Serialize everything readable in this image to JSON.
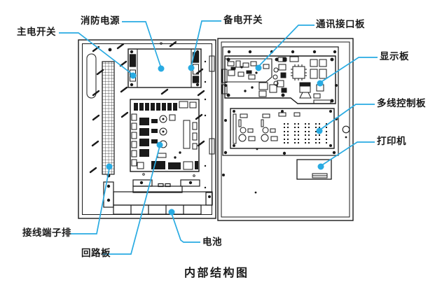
{
  "diagram": {
    "caption": "内部结构图",
    "labels": [
      {
        "id": "main-power-switch",
        "text": "主电开关"
      },
      {
        "id": "fire-power-supply",
        "text": "消防电源"
      },
      {
        "id": "backup-power-switch",
        "text": "备电开关"
      },
      {
        "id": "comm-interface-board",
        "text": "通讯接口板"
      },
      {
        "id": "display-board",
        "text": "显示板"
      },
      {
        "id": "multiline-control-board",
        "text": "多线控制板"
      },
      {
        "id": "printer",
        "text": "打印机"
      },
      {
        "id": "terminal-block",
        "text": "接线端子排"
      },
      {
        "id": "loop-board",
        "text": "回路板"
      },
      {
        "id": "battery",
        "text": "电池"
      }
    ],
    "colors": {
      "leader_accent": "#29abe2",
      "line": "#1a1a1a",
      "text": "#1a1a1a"
    }
  }
}
